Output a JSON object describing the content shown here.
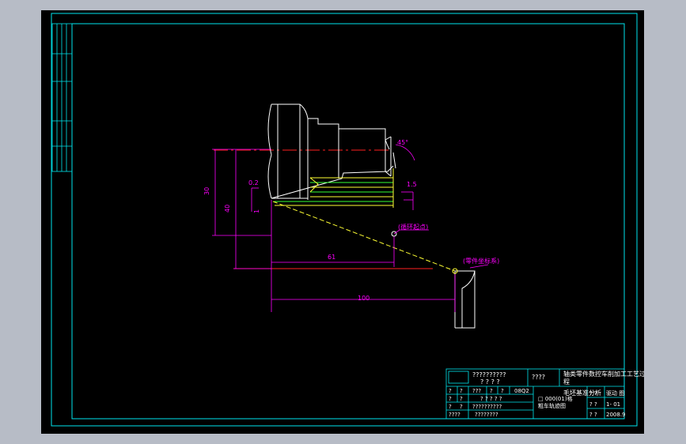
{
  "colors": {
    "background": "#000000",
    "window": "#b7bcc6",
    "frame": "#00e5ee",
    "part": "#ffffff",
    "dimension": "#ff00ff",
    "centerline": "#ff2020",
    "toolpath_yellow": "#ffff33",
    "toolpath_green": "#33ff33",
    "title_block": "#00e5ee",
    "title_text": "#ffffff"
  },
  "dimensions": {
    "d30": "30",
    "d40": "40",
    "d02": "0.2",
    "d15": "1.5",
    "d61": "61",
    "d100": "100",
    "d1": "1",
    "angle": "45°"
  },
  "annotations": {
    "start_point": "(循环起点)",
    "origin": "(零件坐标系)"
  },
  "title_block": {
    "company_line": "??????????",
    "company_line2": "? ? ? ?",
    "drawing_title_label": "????",
    "title_line1": "轴类零件数控车削加工工艺过",
    "title_line2": "程",
    "title_line3": "毛坯基准分析",
    "row2": [
      "?",
      "?",
      "???",
      "?",
      "?",
      "08Q2"
    ],
    "row3": [
      "?",
      "?",
      "? ? ? ? ?"
    ],
    "row4": [
      "?",
      "?",
      "??????????"
    ],
    "row5": [
      "????",
      "????????"
    ],
    "machine_line1": "□ 000(01)格",
    "machine_line2": "粗车轨迹图",
    "right1": "? ?",
    "right1_val": "驱动 图",
    "right2": "? ?",
    "right2_val": "1- 01",
    "right3": "? ?",
    "right3_val": "2008.9"
  }
}
